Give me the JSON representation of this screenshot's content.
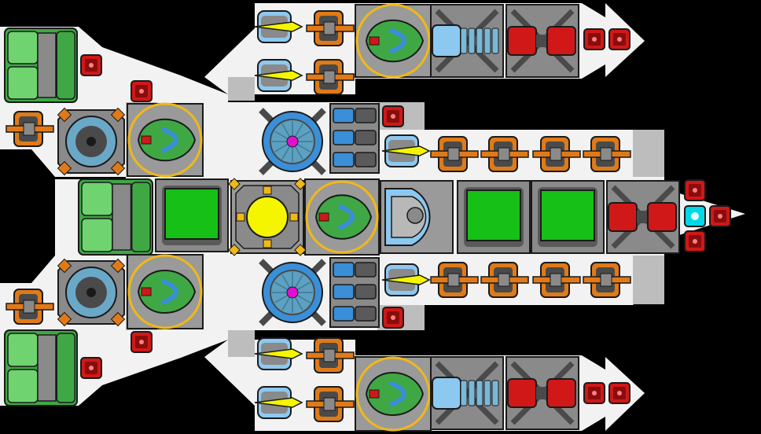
{
  "canvas": {
    "background": "#000000"
  },
  "palette": {
    "hull": "#f2f2f2",
    "hull_shadow": "#d9d9d9",
    "floor": "#bdbdbd",
    "metal": "#8a8a8a",
    "metal_dark": "#4a4a4a",
    "outline": "#1a1a1a",
    "green": "#3fa845",
    "green_light": "#6fd36f",
    "green_screen": "#16c016",
    "red": "#d01818",
    "red_dark": "#8a0d0d",
    "orange": "#e07a18",
    "gold": "#f0b818",
    "yellow": "#f5f500",
    "blue": "#3a8fd8",
    "blue_light": "#8cc8f0",
    "cyan": "#00d8e8",
    "magenta": "#e010d0"
  },
  "blocks": {
    "generator": "green-generator-block",
    "laser": "orange-laser-turret",
    "missile": "missile-launcher-block",
    "thruster": "green-thruster-block",
    "gyro": "gyroscope-block",
    "reactor": "yellow-reactor-core",
    "screen": "green-screen-panel",
    "shield": "blue-shield-generator",
    "battery": "blue-battery-cells",
    "cockpit": "cockpit-dome",
    "plasma": "blue-plasma-cannon",
    "railgun": "red-railgun-block",
    "armor": "red-armor-plate",
    "core": "cyan-command-core"
  }
}
